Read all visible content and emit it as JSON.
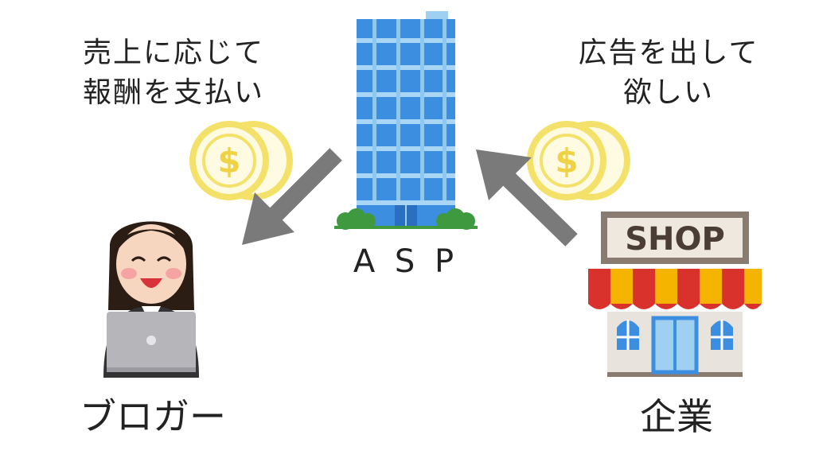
{
  "nodes": {
    "asp": {
      "label": "A S P"
    },
    "blogger": {
      "label": "ブロガー"
    },
    "company": {
      "label": "企業"
    }
  },
  "captions": {
    "left": {
      "line1": "売上に応じて",
      "line2": "報酬を支払い"
    },
    "right": {
      "line1": "広告を出して",
      "line2": "欲しい"
    }
  },
  "shop_sign": "SHOP",
  "coin_symbol": "$",
  "colors": {
    "arrow": "#7a7a7a",
    "coin_ring": "#f3e16a",
    "coin_face": "#fffbe3",
    "building_blue": "#3c8ee0",
    "awning_red": "#d9312c",
    "awning_yellow": "#f4b400"
  }
}
